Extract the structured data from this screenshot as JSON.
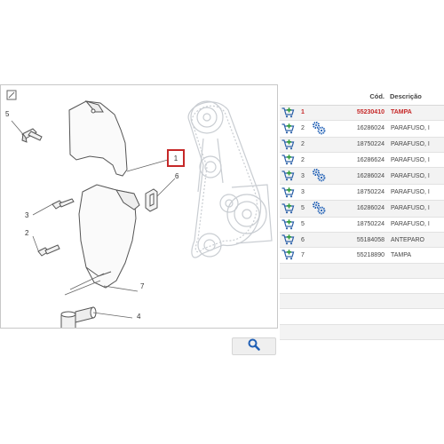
{
  "diagram": {
    "callouts": {
      "c5": "5",
      "c1": "1",
      "c6": "6",
      "c3": "3",
      "c2": "2",
      "c7": "7",
      "c4": "4"
    },
    "selected_position": "1"
  },
  "table": {
    "headers": {
      "code": "Cód.",
      "description": "Descrição"
    },
    "rows": [
      {
        "pos": "1",
        "code": "55230410",
        "desc": "TAMPA",
        "selected": true,
        "group_icon": false
      },
      {
        "pos": "2",
        "code": "16286024",
        "desc": "PARAFUSO, I",
        "selected": false,
        "group_icon": true
      },
      {
        "pos": "2",
        "code": "18750224",
        "desc": "PARAFUSO, I",
        "selected": false,
        "group_icon": false
      },
      {
        "pos": "2",
        "code": "16286624",
        "desc": "PARAFUSO, I",
        "selected": false,
        "group_icon": false
      },
      {
        "pos": "3",
        "code": "16286024",
        "desc": "PARAFUSO, I",
        "selected": false,
        "group_icon": true
      },
      {
        "pos": "3",
        "code": "18750224",
        "desc": "PARAFUSO, I",
        "selected": false,
        "group_icon": false
      },
      {
        "pos": "5",
        "code": "16286024",
        "desc": "PARAFUSO, I",
        "selected": false,
        "group_icon": true
      },
      {
        "pos": "5",
        "code": "18750224",
        "desc": "PARAFUSO, I",
        "selected": false,
        "group_icon": false
      },
      {
        "pos": "6",
        "code": "55184058",
        "desc": "ANTEPARO",
        "selected": false,
        "group_icon": false
      },
      {
        "pos": "7",
        "code": "55218890",
        "desc": "TAMPA",
        "selected": false,
        "group_icon": false
      }
    ],
    "empty_rows": 5
  },
  "icons": {
    "cart": "add-to-cart-icon",
    "group": "gears-icon",
    "zoom": "magnifier-icon",
    "corner": "expand-icon"
  },
  "colors": {
    "selected": "#c62828",
    "cart": "#2a5fa8",
    "group": "#1f5fb5"
  }
}
